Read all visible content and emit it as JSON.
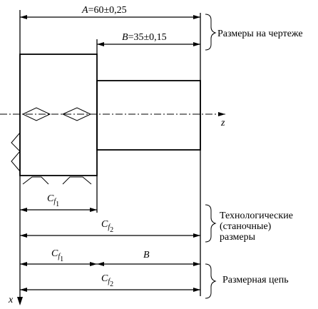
{
  "dims": {
    "A": {
      "symbol": "A",
      "value": "=60±0,25"
    },
    "B": {
      "symbol": "B",
      "value": "=35±0,15"
    },
    "cf1": {
      "base": "C",
      "sub1": "f",
      "sub2": "1"
    },
    "cf2": {
      "base": "C",
      "sub1": "f",
      "sub2": "2"
    },
    "b_chain": "B"
  },
  "groups": {
    "drawing": "Размеры на чертеже",
    "tech_line1": "Технологические",
    "tech_line2": "(станочные)",
    "tech_line3": "размеры",
    "chain": "Размерная цепь"
  },
  "axes": {
    "z": "z",
    "x": "x"
  }
}
